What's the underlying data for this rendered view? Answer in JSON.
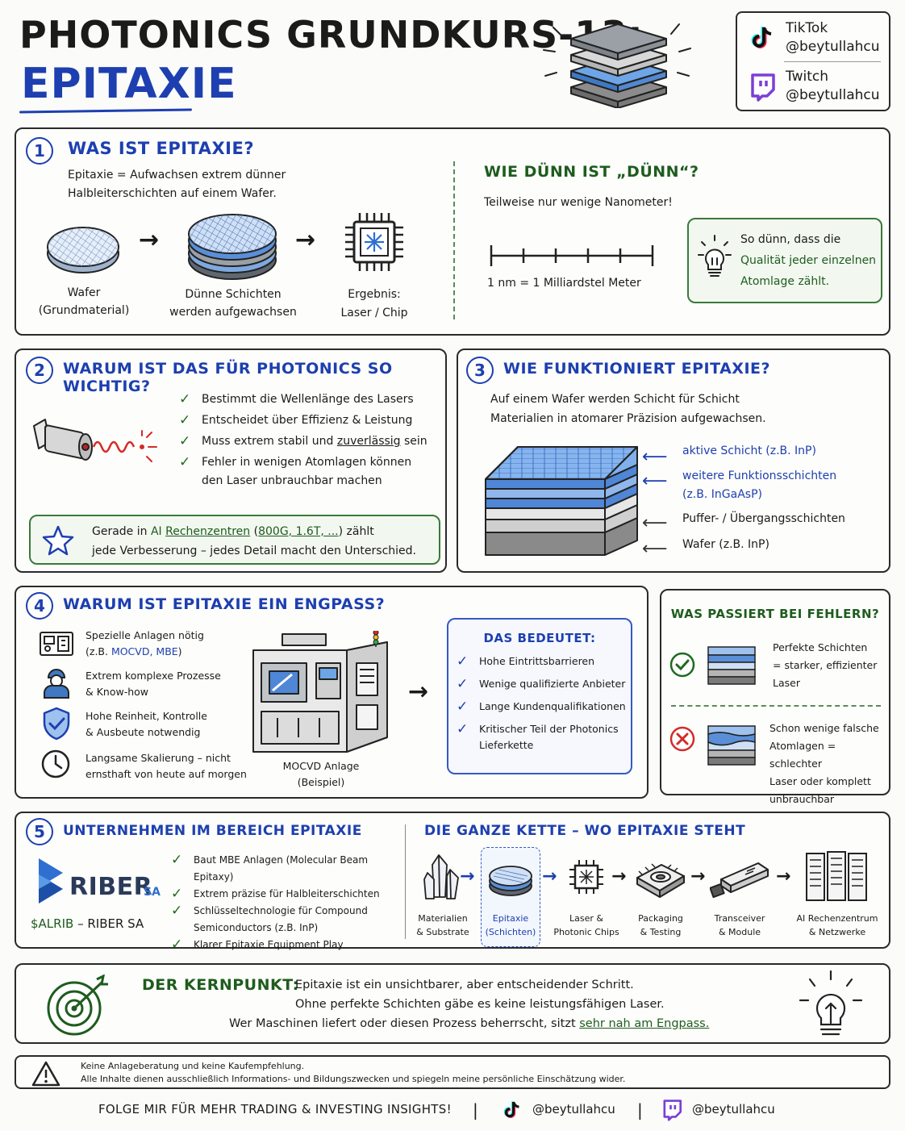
{
  "header": {
    "title_line1": "PHOTONICS GRUNDKURS-13:",
    "title_line2": "EPITAXIE",
    "social": [
      {
        "platform": "TikTok",
        "handle": "@beytullahcu",
        "icon": "tiktok-icon"
      },
      {
        "platform": "Twitch",
        "handle": "@beytullahcu",
        "icon": "twitch-icon"
      }
    ]
  },
  "section1": {
    "number": "1",
    "title": "WAS IST EPITAXIE?",
    "intro": [
      "Epitaxie = Aufwachsen extrem dünner",
      "Halbleiterschichten auf einem Wafer."
    ],
    "steps": [
      {
        "label1": "Wafer",
        "label2": "(Grundmaterial)"
      },
      {
        "label1": "Dünne Schichten",
        "label2": "werden aufgewachsen"
      },
      {
        "label1": "Ergebnis:",
        "label2": "Laser / Chip"
      }
    ],
    "thin_title": "WIE DÜNN IST „DÜNN“?",
    "thin_sub": "Teilweise nur wenige Nanometer!",
    "scale_label": "1 nm = 1 Milliardstel Meter",
    "tip": [
      "So dünn, dass die",
      "Qualität jeder einzelnen",
      "Atomlage zählt."
    ]
  },
  "section2": {
    "number": "2",
    "title": "WARUM IST DAS FÜR PHOTONICS SO WICHTIG?",
    "items": [
      [
        "Bestimmt die Wellenlänge des Lasers"
      ],
      [
        "Entscheidet über Effizienz & Leistung"
      ],
      [
        "Muss extrem stabil und ",
        "zuverlässig",
        " sein"
      ],
      [
        "Fehler in wenigen Atomlagen können",
        "den Laser unbrauchbar machen"
      ]
    ],
    "note": {
      "p1": "Gerade in ",
      "ai": "AI",
      "rz": "Rechenzentren",
      "p2": " (",
      "speeds": "800G, 1.6T, ...",
      "p3": ") zählt",
      "line2": "jede Verbesserung – jedes Detail macht den Unterschied."
    }
  },
  "section3": {
    "number": "3",
    "title": "WIE FUNKTIONIERT EPITAXIE?",
    "intro": [
      "Auf einem Wafer werden Schicht für Schicht",
      "Materialien in atomarer Präzision aufgewachsen."
    ],
    "layers": [
      {
        "label": "aktive Schicht (z.B. InP)"
      },
      {
        "label1": "weitere Funktionsschichten",
        "label2": "(z.B. InGaAsP)"
      },
      {
        "label": "Puffer- / Übergangsschichten"
      },
      {
        "label": "Wafer (z.B. InP)"
      }
    ]
  },
  "section4": {
    "number": "4",
    "title": "WARUM IST EPITAXIE EIN ENGPASS?",
    "reasons": [
      {
        "icon": "equipment-icon",
        "l1": "Spezielle Anlagen nötig",
        "l2a": "(z.B. ",
        "l2b": "MOCVD, MBE",
        "l2c": ")"
      },
      {
        "icon": "worker-icon",
        "l1": "Extrem komplexe Prozesse",
        "l2a": "& Know-how",
        "l2b": "",
        "l2c": ""
      },
      {
        "icon": "shield-check-icon",
        "l1": "Hohe Reinheit, Kontrolle",
        "l2a": "& Ausbeute notwendig",
        "l2b": "",
        "l2c": ""
      },
      {
        "icon": "clock-icon",
        "l1": "Langsame Skalierung – nicht",
        "l2a": "ernsthaft von heute auf morgen",
        "l2b": "",
        "l2c": ""
      }
    ],
    "machine_label1": "MOCVD Anlage",
    "machine_label2": "(Beispiel)",
    "meaning_title": "DAS BEDEUTET:",
    "meaning": [
      [
        "Hohe Eintrittsbarrieren"
      ],
      [
        "Wenige qualifizierte Anbieter"
      ],
      [
        "Lange Kundenqualifikationen"
      ],
      [
        "Kritischer Teil der Photonics",
        "Lieferkette"
      ]
    ],
    "errors_title": "WAS PASSIERT BEI FEHLERN?",
    "good": [
      "Perfekte Schichten",
      "= starker, effizienter",
      "Laser"
    ],
    "bad": [
      "Schon wenige falsche",
      "Atomlagen = schlechter",
      "Laser oder komplett",
      "unbrauchbar"
    ]
  },
  "section5": {
    "number": "5",
    "title": "UNTERNEHMEN IM BEREICH EPITAXIE",
    "logo_name": "RIBER",
    "logo_suffix": "SA",
    "ticker": "$ALRIB",
    "ticker_rest": " – RIBER SA",
    "facts": [
      [
        "Baut MBE Anlagen (Molecular Beam Epitaxy)"
      ],
      [
        "Extrem präzise für Halbleiterschichten"
      ],
      [
        "Schlüsseltechnologie für Compound",
        "Semiconductors (z.B. InP)"
      ],
      [
        "Klarer Epitaxie Equipment Play"
      ]
    ],
    "chain_title": "DIE GANZE KETTE – WO EPITAXIE STEHT",
    "chain": [
      {
        "icon": "crystal-icon",
        "l1": "Materialien",
        "l2": "& Substrate"
      },
      {
        "icon": "wafer-icon",
        "l1": "Epitaxie",
        "l2": "(Schichten)"
      },
      {
        "icon": "chip-icon",
        "l1": "Laser &",
        "l2": "Photonic Chips"
      },
      {
        "icon": "package-icon",
        "l1": "Packaging",
        "l2": "& Testing"
      },
      {
        "icon": "transceiver-icon",
        "l1": "Transceiver",
        "l2": "& Module"
      },
      {
        "icon": "server-icon",
        "l1": "AI Rechenzentrum",
        "l2": "& Netzwerke"
      }
    ]
  },
  "core": {
    "label": "DER KERNPUNKT:",
    "line1": "Epitaxie ist ein unsichtbarer, aber entscheidender Schritt.",
    "line2": "Ohne perfekte Schichten gäbe es keine leistungsfähigen Laser.",
    "line3a": "Wer Maschinen liefert oder diesen Prozess beherrscht, sitzt ",
    "line3b": "sehr nah am Engpass."
  },
  "disclaimer": {
    "line1": "Keine Anlageberatung und keine Kaufempfehlung.",
    "line2": "Alle Inhalte dienen ausschließlich Informations- und Bildungszwecken und spiegeln meine persönliche Einschätzung wider."
  },
  "footer": {
    "cta": "FOLGE MIR FÜR MEHR TRADING & INVESTING INSIGHTS!",
    "sep": "|",
    "tiktok": "@beytullahcu",
    "twitch": "@beytullahcu"
  },
  "colors": {
    "blue": "#1d3fb0",
    "green": "#1e5c1e",
    "ink": "#1b1b1b",
    "red": "#d42a2a"
  }
}
